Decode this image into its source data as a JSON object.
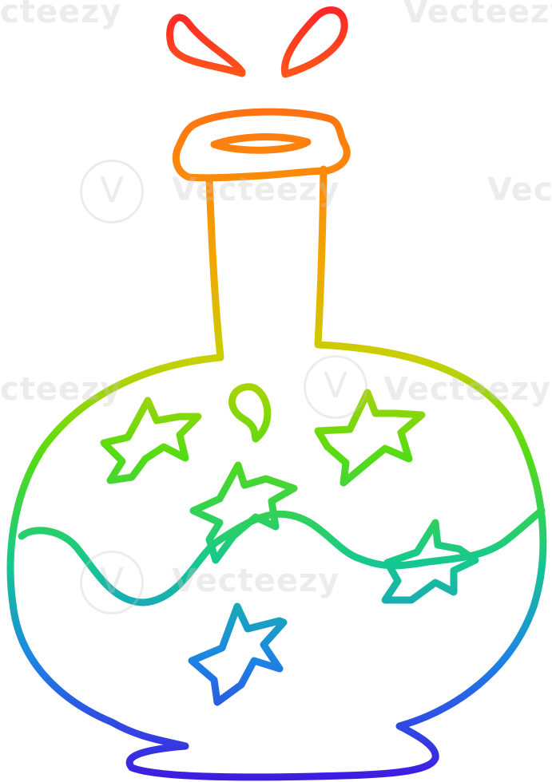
{
  "illustration": {
    "subject": "potion-bottle-icon",
    "style": "rainbow gradient line art",
    "stroke_colors": [
      "#ff2a1f",
      "#ff7a10",
      "#f5a800",
      "#b7d400",
      "#3ed61a",
      "#14c4a0",
      "#1e78e8",
      "#3a1fe0"
    ]
  },
  "watermark": {
    "text": "Vecteezy",
    "partial_text_left": "cteezy",
    "partial_text_right": "Vect"
  }
}
